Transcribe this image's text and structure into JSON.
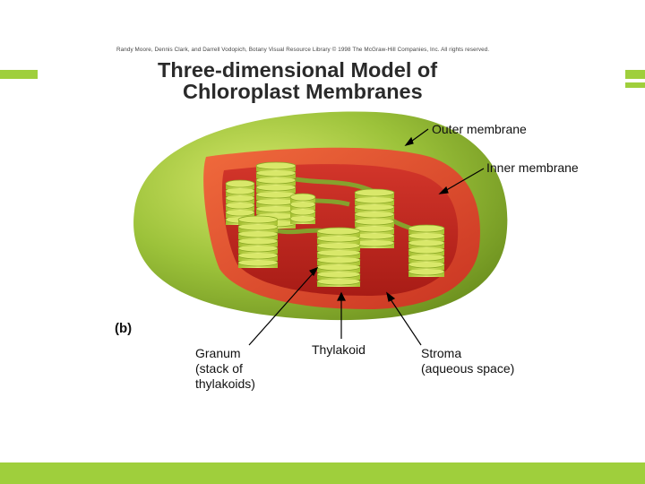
{
  "credit": "Randy Moore, Dennis Clark, and Darrell Vodopich, Botany Visual Resource Library © 1998 The McGraw-Hill Companies, Inc. All rights reserved.",
  "title": {
    "line1": "Three-dimensional Model of",
    "line2": "Chloroplast Membranes"
  },
  "panel_label": "(b)",
  "labels": {
    "outer_membrane": "Outer membrane",
    "inner_membrane": "Inner membrane",
    "granum_line1": "Granum",
    "granum_line2": "(stack of",
    "granum_line3": "thylakoids)",
    "thylakoid": "Thylakoid",
    "stroma_line1": "Stroma",
    "stroma_line2": "(aqueous space)"
  },
  "colors": {
    "accent": "#9fcf3c",
    "outer_green": "#9cc23a",
    "inner_red": "#e0452a",
    "stroma_red": "#c62a1e",
    "thylakoid_green": "#c8dc4a"
  }
}
